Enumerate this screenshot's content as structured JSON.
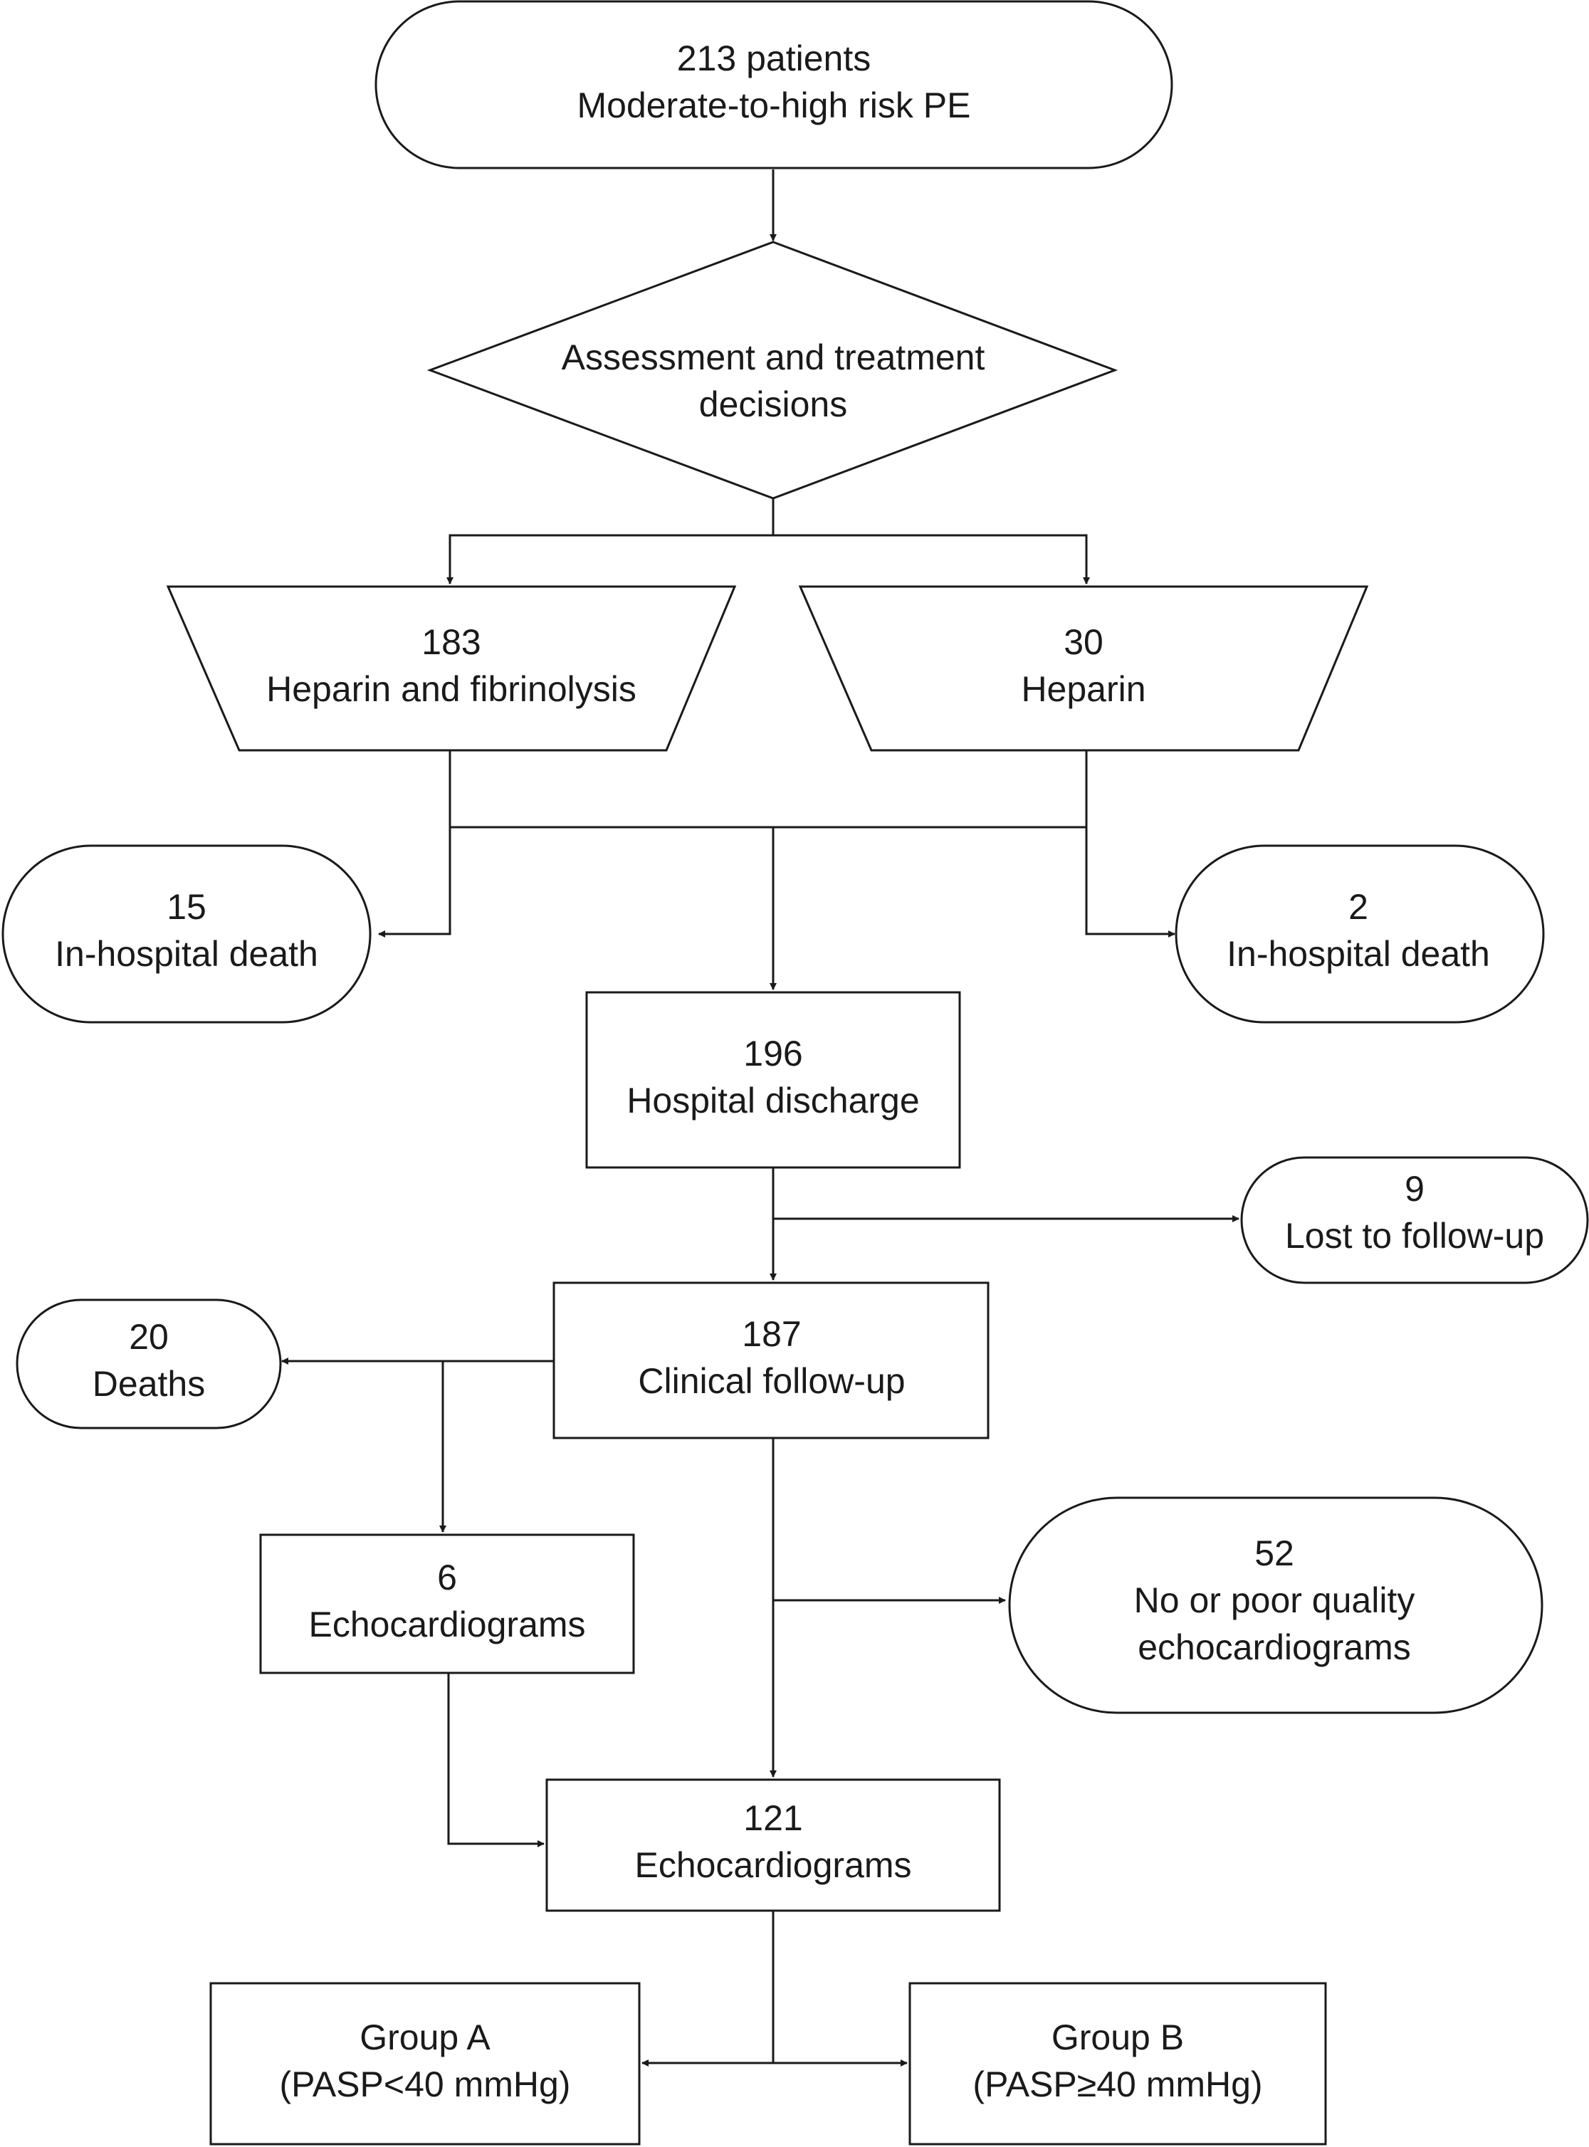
{
  "nodes": {
    "start": {
      "line1": "213 patients",
      "line2": "Moderate-to-high risk PE"
    },
    "decision": {
      "line1": "Assessment and treatment",
      "line2": "decisions"
    },
    "fibrin": {
      "line1": "183",
      "line2": "Heparin and fibrinolysis"
    },
    "heparin": {
      "line1": "30",
      "line2": "Heparin"
    },
    "death_left": {
      "line1": "15",
      "line2": "In-hospital death"
    },
    "death_right": {
      "line1": "2",
      "line2": "In-hospital death"
    },
    "discharge": {
      "line1": "196",
      "line2": "Hospital discharge"
    },
    "lost": {
      "line1": "9",
      "line2": "Lost to follow-up"
    },
    "followup": {
      "line1": "187",
      "line2": "Clinical follow-up"
    },
    "deaths": {
      "line1": "20",
      "line2": "Deaths"
    },
    "echo6": {
      "line1": "6",
      "line2": "Echocardiograms"
    },
    "poor": {
      "line1": "52",
      "line2": "No or poor quality",
      "line3": "echocardiograms"
    },
    "echo121": {
      "line1": "121",
      "line2": "Echocardiograms"
    },
    "groupA": {
      "line1": "Group A",
      "line2": "(PASP<40 mmHg)"
    },
    "groupB": {
      "line1": "Group B",
      "line2": "(PASP≥40 mmHg)"
    }
  }
}
